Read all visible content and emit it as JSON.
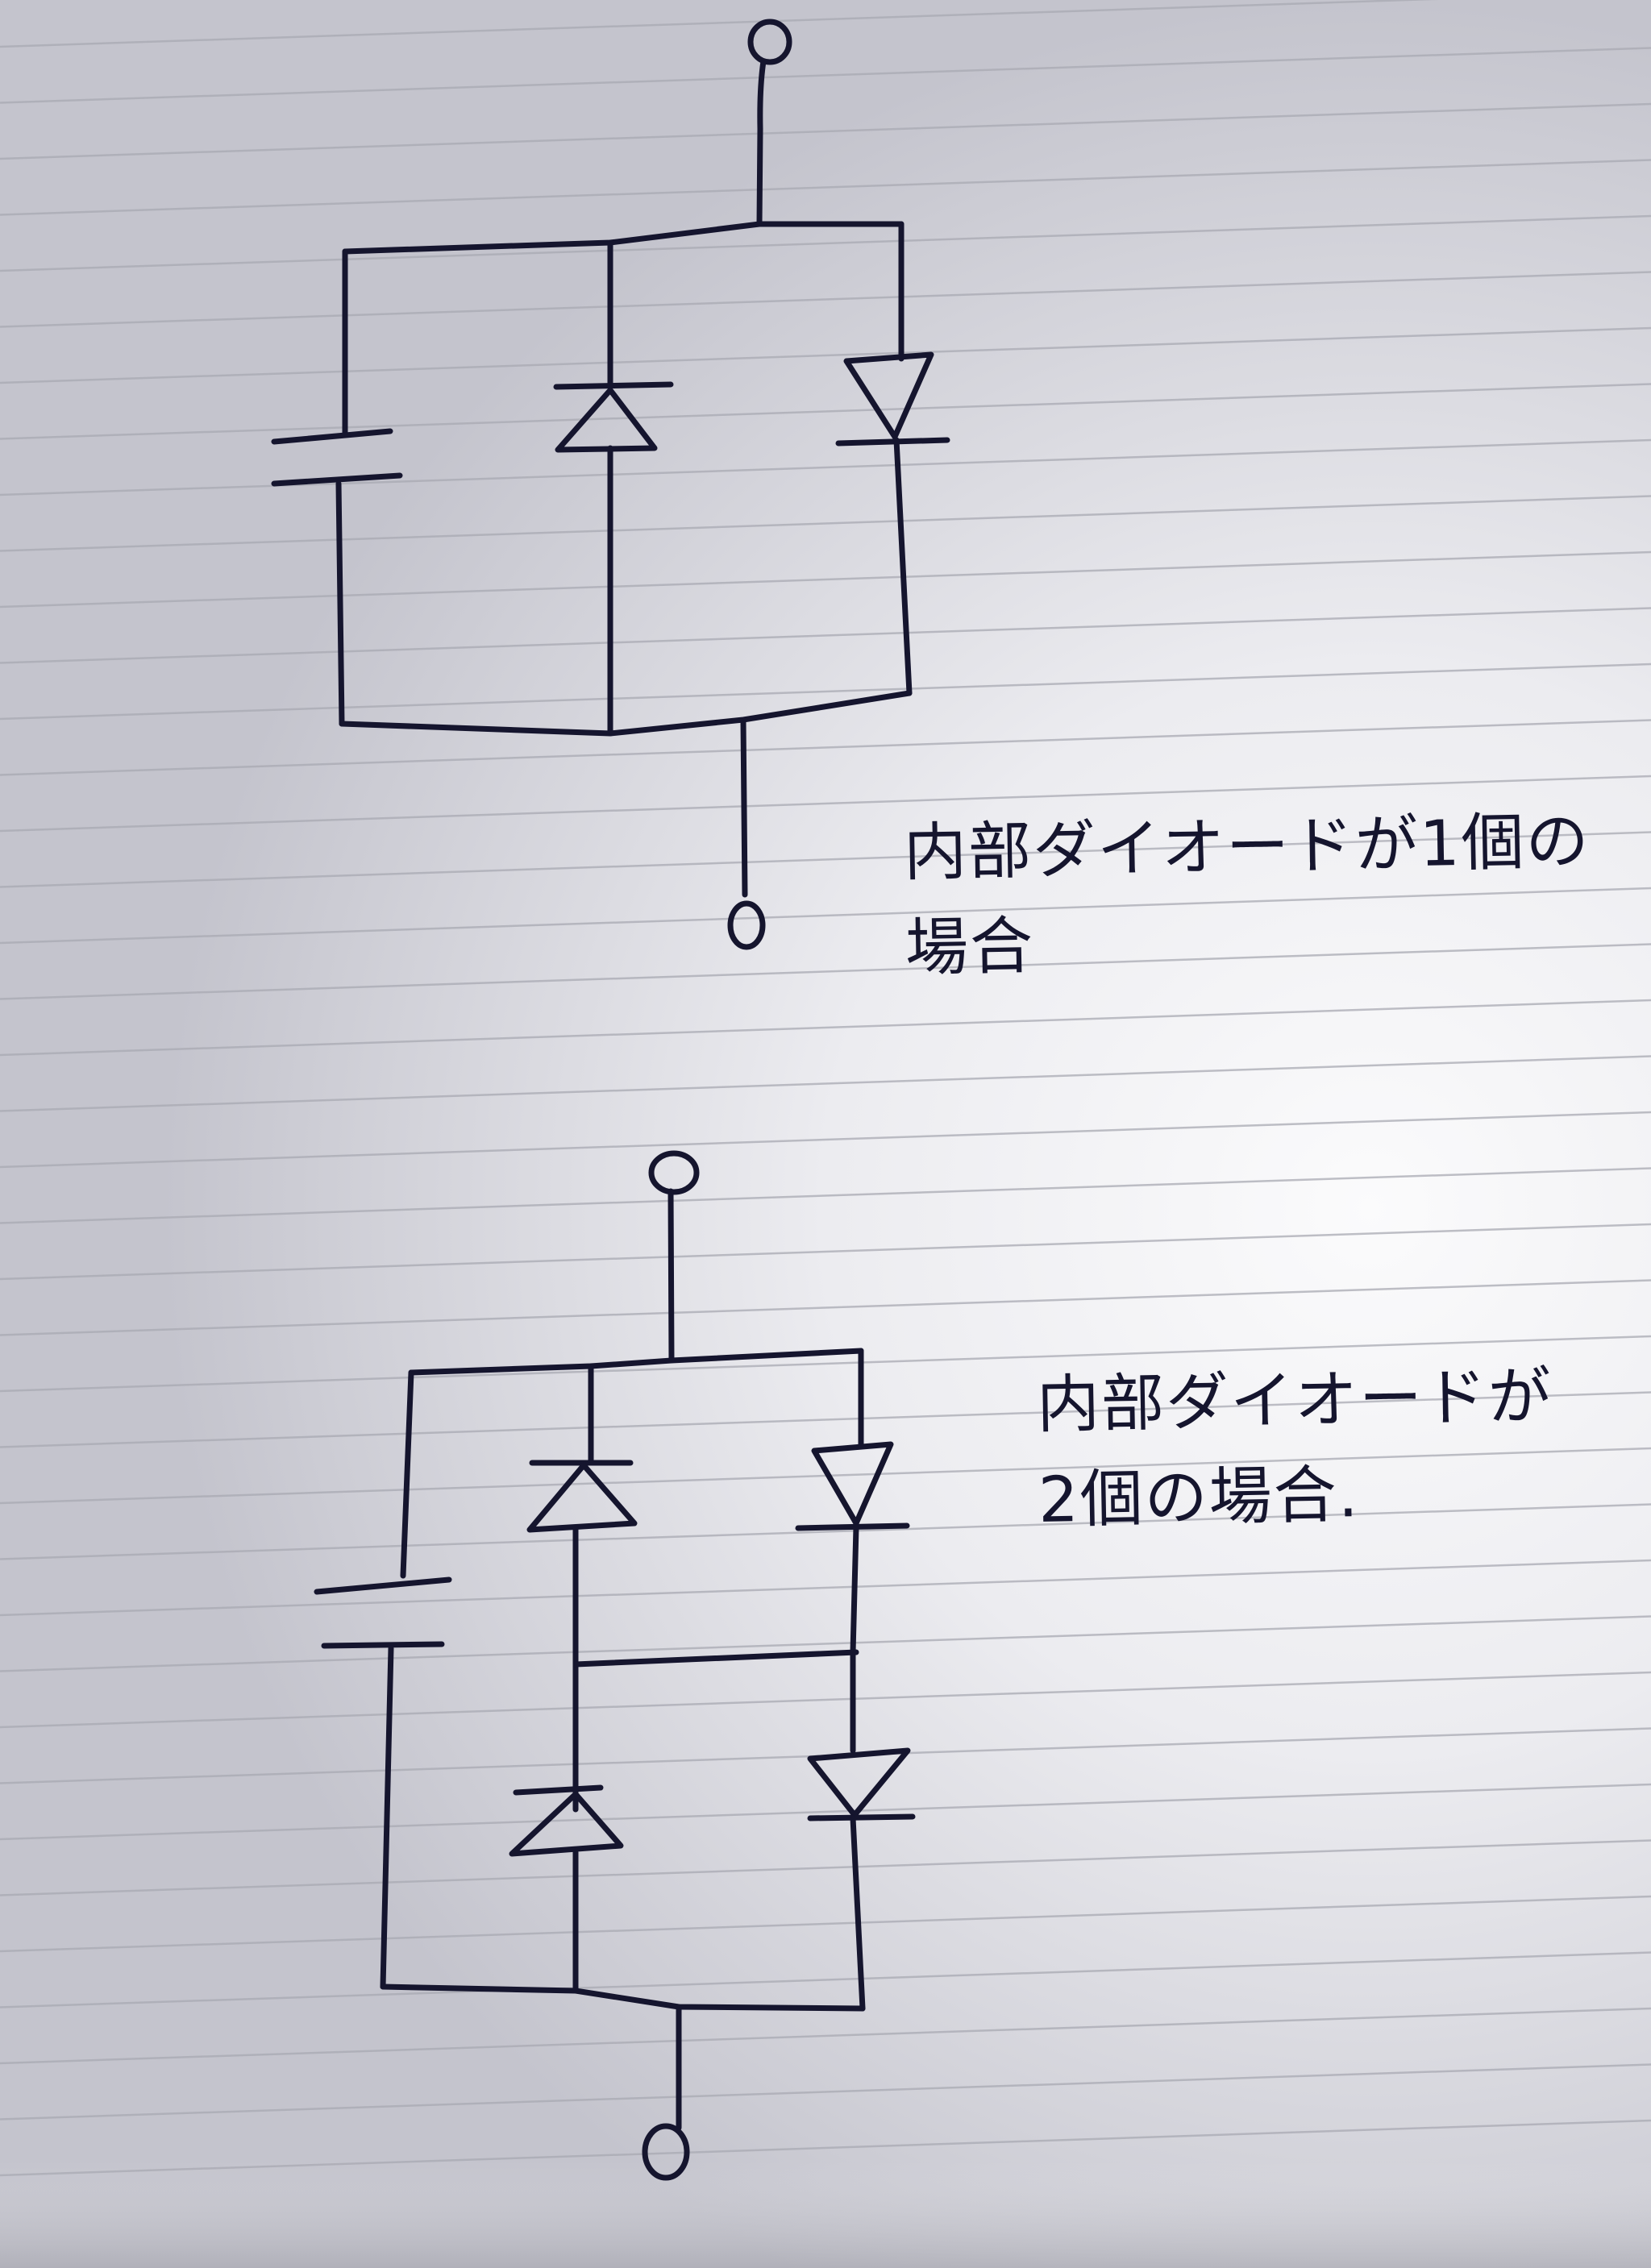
{
  "notes": {
    "one_diode": {
      "line1": "内部ダイオードが1個の",
      "line2": "場合"
    },
    "two_diodes": {
      "line1": "内部ダイオードが",
      "line2": "2個の場合."
    }
  },
  "colors": {
    "ink": "#15152e",
    "paper_light": "#f4f4f6",
    "paper_dark": "#c9c9d2",
    "ruled_line": "#a9aab3"
  },
  "circuits": {
    "top": {
      "branches": [
        "capacitor",
        "diode-anode-bottom",
        "diode-anode-top"
      ]
    },
    "bottom": {
      "branches": [
        "capacitor",
        "diode-pair-anode-bottom",
        "diode-pair-anode-top"
      ]
    }
  }
}
